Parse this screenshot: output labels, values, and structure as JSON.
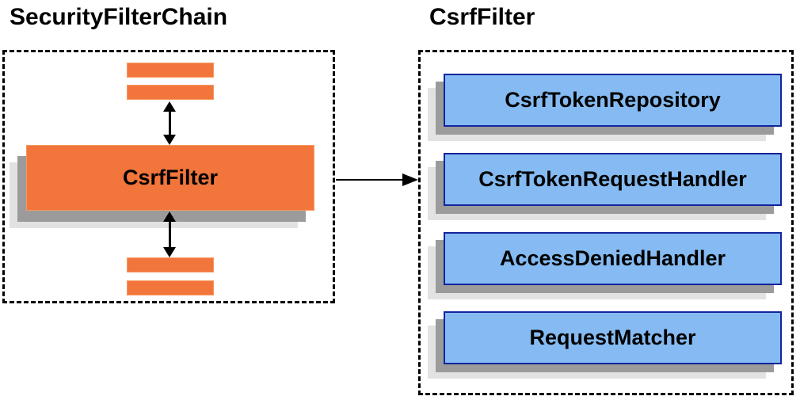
{
  "left_panel": {
    "title": "SecurityFilterChain",
    "filter_box_label": "CsrfFilter"
  },
  "right_panel": {
    "title": "CsrfFilter",
    "items": [
      {
        "label": "CsrfTokenRepository"
      },
      {
        "label": "CsrfTokenRequestHandler"
      },
      {
        "label": "AccessDeniedHandler"
      },
      {
        "label": "RequestMatcher"
      }
    ]
  },
  "colors": {
    "orange_fill": "#F2753B",
    "orange_border": "#F79A5E",
    "blue_fill": "#85BBF2",
    "blue_border": "#13249C",
    "shadow_dark": "#9B9B9B",
    "shadow_light": "#E2E2E2",
    "arrow": "#000000",
    "canvas_bg": "#FFFFFF"
  }
}
